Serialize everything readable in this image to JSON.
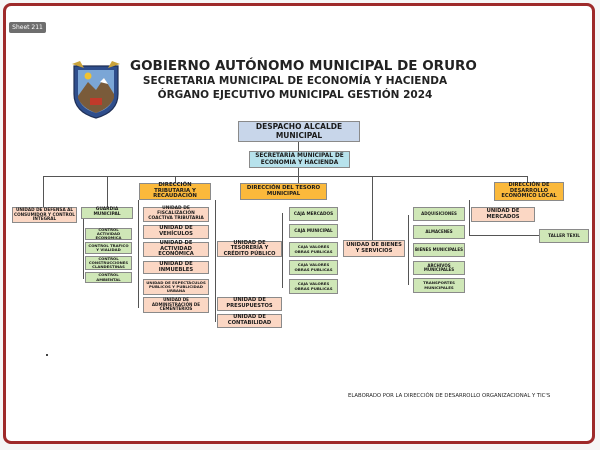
{
  "sheet_tab": "Sheet 211",
  "header": {
    "title": "GOBIERNO AUTÓNOMO MUNICIPAL DE ORURO",
    "subtitle1": "SECRETARIA MUNICIPAL DE ECONOMÍA Y HACIENDA",
    "subtitle2": "ÓRGANO EJECUTIVO MUNICIPAL  GESTIÓN 2024"
  },
  "colors": {
    "frame": "#9e2a2a",
    "despacho": "#c8d6ea",
    "secretaria": "#b7e2ec",
    "direccion": "#fbb93b",
    "unidad": "#fbd7c4",
    "subunidad": "#cfe7b7"
  },
  "org": {
    "despacho": "DESPACHO ALCALDE MUNICIPAL",
    "secretaria": "SECRETARÍA MUNICIPAL DE ECONOMIA Y HACIENDA",
    "defensa_consumidor": "UNIDAD DE DEFENSA AL CONSUMIDOR Y CONTROL INTEGRAL",
    "guardia": "GUARDIA MUNICIPAL",
    "guardia_items": [
      "CONTROL ACTIVIDAD ECONOMICA",
      "CONTROL TRAFICO Y VIALIDAD",
      "CONTROL CONSTRUCCIONES CLANDESTINAS",
      "CONTROL AMBIENTAL"
    ],
    "dir_tributaria": "DIRECCIÓN TRIBUTARIA Y RECAUDACIÓN",
    "tributaria_units": [
      "UNIDAD DE FISCALIZACIÓN COACTIVA TRIBUTARIA",
      "UNIDAD DE VEHÍCULOS",
      "UNIDAD DE ACTIVIDAD ECONÓMICA",
      "UNIDAD DE INMUEBLES",
      "UNIDAD DE ESPECTÁCULOS PÚBLICOS Y PUBLICIDAD URBANA",
      "UNIDAD DE ADMINISTRACIÓN DE CEMENTERIOS"
    ],
    "dir_tesoro": "DIRECCIÓN  DEL TESORO MUNICIPAL",
    "tesoreria": "UNIDAD DE TESORERÍA Y CRÉDITO PÚBLICO",
    "cajas": [
      "CAJA MERCADOS",
      "CAJA MUNICIPAL",
      "CAJA VALORES OBRAS PUBLICAS",
      "CAJA VALORES OBRAS PUBLICAS",
      "CAJA VALORES OBRAS PUBLICAS"
    ],
    "presupuestos": "UNIDAD DE PRESUPUESTOS",
    "contabilidad": "UNIDAD DE CONTABILIDAD",
    "bienes": "UNIDAD DE BIENES Y SERVICIOS",
    "bienes_items": [
      "ADQUISICIONES",
      "ALMACENES",
      "BIENES MUNICIPALES",
      "ARCHIVOS MUNICIPALES",
      "TRANSPORTES MUNICIPALES"
    ],
    "dir_desarrollo": "DIRECCIÓN DE DESARROLLO ECONÓMICO LOCAL",
    "mercados": "UNIDAD DE MERCADOS",
    "taller": "TALLER TEXIL"
  },
  "footer": "ELABORADO POR LA DIRECCIÓN DE DESARROLLO ORGANIZACIONAL Y TIC'S"
}
